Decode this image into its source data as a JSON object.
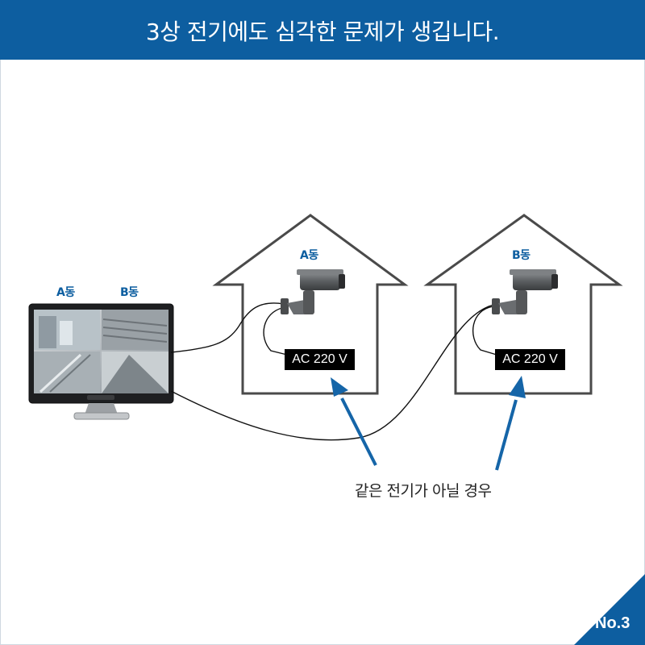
{
  "header": {
    "title": "3상 전기에도 심각한 문제가 생깁니다."
  },
  "monitor": {
    "label_a": "A동",
    "label_b": "B동"
  },
  "building_a": {
    "label": "A동",
    "power": "AC 220 V"
  },
  "building_b": {
    "label": "B동",
    "power": "AC 220 V"
  },
  "caption": "같은 전기가 아닐 경우",
  "badge": "No.3",
  "colors": {
    "accent": "#0d5ea0",
    "arrow": "#1565a8",
    "outline": "#4a4a4a"
  },
  "icons": [
    "monitor-icon",
    "cctv-camera-icon",
    "house-outline-icon",
    "arrow-icon"
  ]
}
